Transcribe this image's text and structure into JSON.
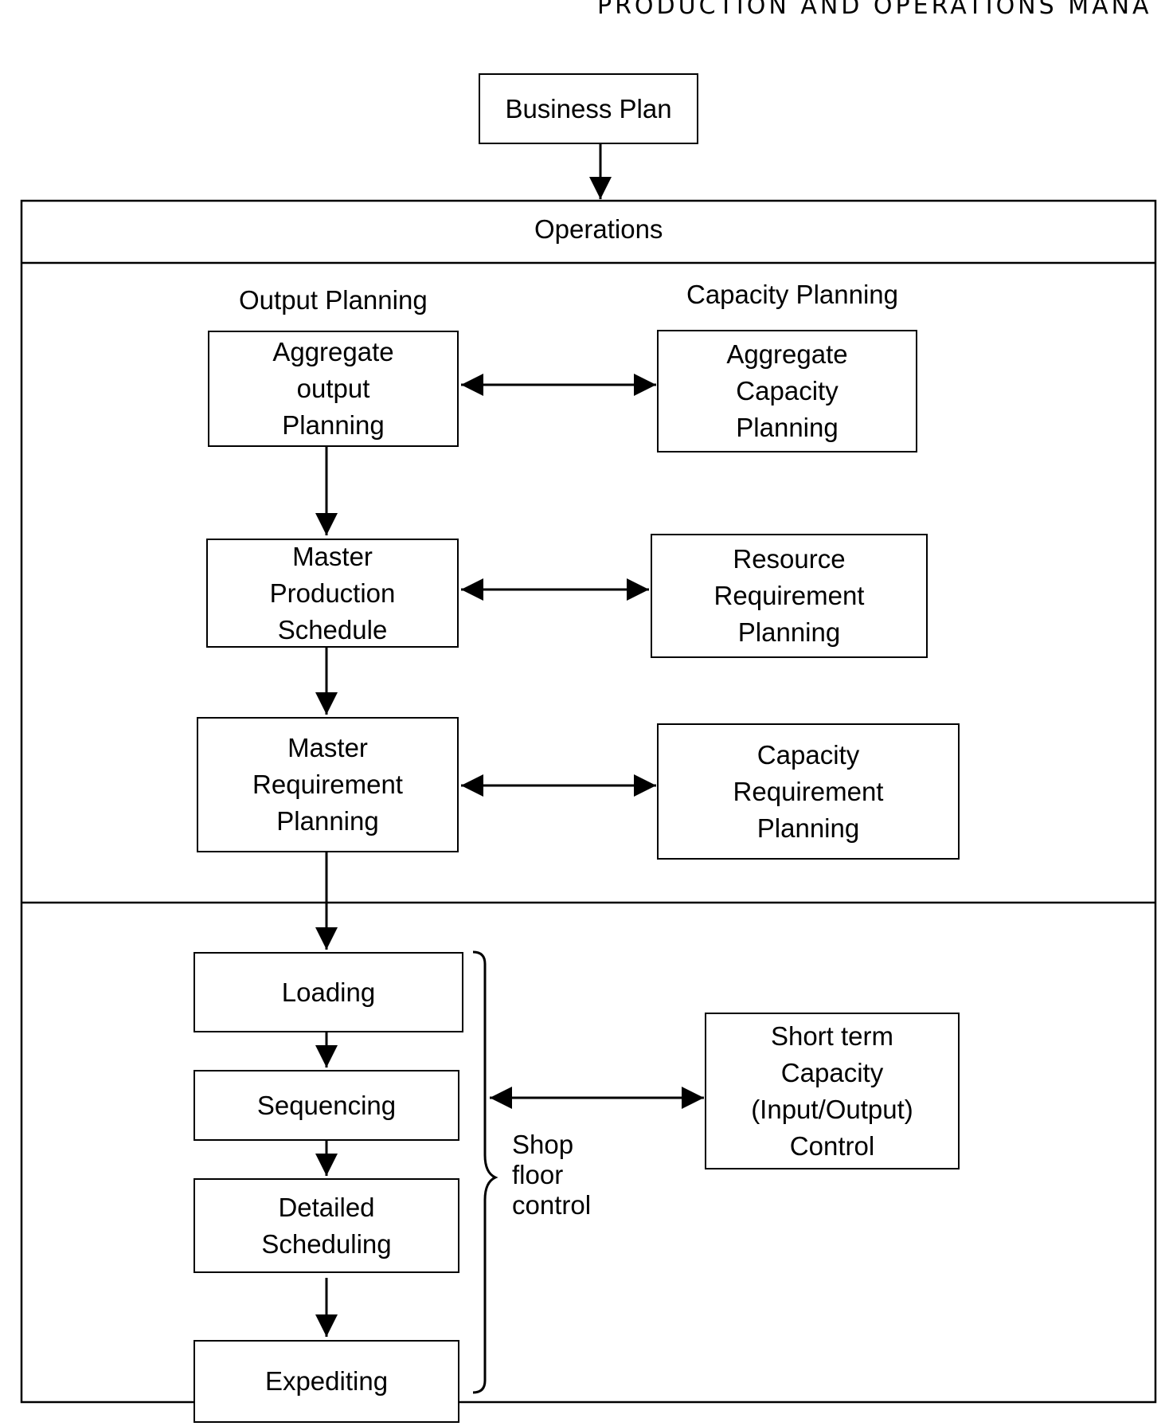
{
  "header": {
    "text": "PRODUCTION AND OPERATIONS MANA"
  },
  "top": {
    "business_plan": "Business Plan"
  },
  "operations": {
    "title": "Operations"
  },
  "output_planning": {
    "heading": "Output Planning",
    "aggregate_output": [
      "Aggregate",
      "output",
      "Planning"
    ],
    "master_production_schedule": [
      "Master",
      "Production",
      "Schedule"
    ],
    "master_requirement": [
      "Master",
      "Requirement",
      "Planning"
    ]
  },
  "capacity_planning": {
    "heading": "Capacity Planning",
    "aggregate_capacity": [
      "Aggregate",
      "Capacity",
      "Planning"
    ],
    "resource_requirement": [
      "Resource",
      "Requirement",
      "Planning"
    ],
    "capacity_requirement": [
      "Capacity",
      "Requirement",
      "Planning"
    ]
  },
  "shop_floor": {
    "loading": "Loading",
    "sequencing": "Sequencing",
    "detailed_scheduling": [
      "Detailed",
      "Scheduling"
    ],
    "expediting": "Expediting",
    "brace_label": [
      "Shop",
      "floor",
      "control"
    ],
    "short_term_capacity": [
      "Short term",
      "Capacity",
      "(Input/Output)",
      "Control"
    ]
  },
  "colors": {
    "line": "#000000",
    "background": "#ffffff"
  }
}
